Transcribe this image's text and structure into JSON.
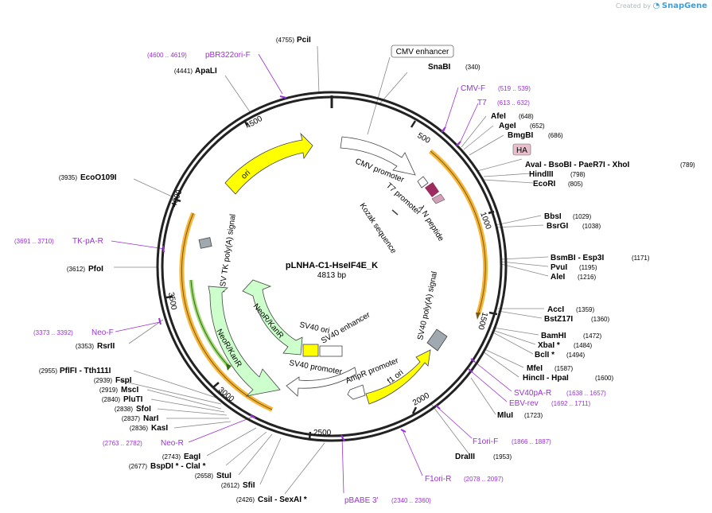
{
  "branding": {
    "prefix": "Created by",
    "name": "SnapGene"
  },
  "plasmid": {
    "name": "pLNHA-C1-HseIF4E_K",
    "length_label": "4813 bp",
    "total_bp": 4813
  },
  "ticks": [
    "500",
    "1000",
    "1500",
    "2000",
    "2500",
    "3000",
    "3500",
    "4000",
    "4500"
  ],
  "sites": [
    {
      "id": "pcil",
      "name": "PciI",
      "pos": "(4755)"
    },
    {
      "id": "apali",
      "name": "ApaLI",
      "pos": "(4441)"
    },
    {
      "id": "ecoo109i",
      "name": "EcoO109I",
      "pos": "(3935)"
    },
    {
      "id": "pfoi",
      "name": "PfoI",
      "pos": "(3612)"
    },
    {
      "id": "rsrii",
      "name": "RsrII",
      "pos": "(3353)"
    },
    {
      "id": "pflfi",
      "name": "PflFI  -  Tth111I",
      "pos": "(2955)"
    },
    {
      "id": "fspi",
      "name": "FspI",
      "pos": "(2939)"
    },
    {
      "id": "msci",
      "name": "MscI",
      "pos": "(2919)"
    },
    {
      "id": "pluti",
      "name": "PluTI",
      "pos": "(2840)"
    },
    {
      "id": "sfoi",
      "name": "SfoI",
      "pos": "(2838)"
    },
    {
      "id": "nari",
      "name": "NarI",
      "pos": "(2837)"
    },
    {
      "id": "kasi",
      "name": "KasI",
      "pos": "(2836)"
    },
    {
      "id": "eagi",
      "name": "EagI",
      "pos": "(2743)"
    },
    {
      "id": "bspdi",
      "name": "BspDI *  -  ClaI *",
      "pos": "(2677)"
    },
    {
      "id": "stui",
      "name": "StuI",
      "pos": "(2658)"
    },
    {
      "id": "sfii",
      "name": "SfiI",
      "pos": "(2612)"
    },
    {
      "id": "csii",
      "name": "CsiI  -  SexAI *",
      "pos": "(2426)"
    },
    {
      "id": "snabi",
      "name": "SnaBI",
      "pos": "(340)"
    },
    {
      "id": "afei",
      "name": "AfeI",
      "pos": "(648)"
    },
    {
      "id": "agei",
      "name": "AgeI",
      "pos": "(652)"
    },
    {
      "id": "bmgbi",
      "name": "BmgBI",
      "pos": "(686)"
    },
    {
      "id": "avai",
      "name": "AvaI   -  BsoBI   -  PaeR7I   -  XhoI",
      "pos": "(789)"
    },
    {
      "id": "hindiii",
      "name": "HindIII",
      "pos": "(798)"
    },
    {
      "id": "ecori",
      "name": "EcoRI",
      "pos": "(805)"
    },
    {
      "id": "bbsi",
      "name": "BbsI",
      "pos": "(1029)"
    },
    {
      "id": "bsrgi",
      "name": "BsrGI",
      "pos": "(1038)"
    },
    {
      "id": "bsmbi",
      "name": "BsmBI   -  Esp3I",
      "pos": "(1171)"
    },
    {
      "id": "pvui",
      "name": "PvuI",
      "pos": "(1195)"
    },
    {
      "id": "alei",
      "name": "AleI",
      "pos": "(1216)"
    },
    {
      "id": "acci",
      "name": "AccI",
      "pos": "(1359)"
    },
    {
      "id": "bstz17i",
      "name": "BstZ17I",
      "pos": "(1360)"
    },
    {
      "id": "bamhi",
      "name": "BamHI",
      "pos": "(1472)"
    },
    {
      "id": "xbai",
      "name": "XbaI *",
      "pos": "(1484)"
    },
    {
      "id": "bcli",
      "name": "BclI *",
      "pos": "(1494)"
    },
    {
      "id": "mfei",
      "name": "MfeI",
      "pos": "(1587)"
    },
    {
      "id": "hincii",
      "name": "HincII  -  HpaI",
      "pos": "(1600)"
    },
    {
      "id": "mlui",
      "name": "MluI",
      "pos": "(1723)"
    },
    {
      "id": "draiii",
      "name": "DraIII",
      "pos": "(1953)"
    }
  ],
  "primers": [
    {
      "id": "pbr322ori",
      "name": "pBR322ori-F",
      "pos": "(4600 .. 4619)"
    },
    {
      "id": "tkpa",
      "name": "TK-pA-R",
      "pos": "(3691 .. 3710)"
    },
    {
      "id": "neof",
      "name": "Neo-F",
      "pos": "(3373 .. 3392)"
    },
    {
      "id": "neor",
      "name": "Neo-R",
      "pos": "(2763 .. 2782)"
    },
    {
      "id": "pbabe3",
      "name": "pBABE 3'",
      "pos": "(2340 .. 2360)"
    },
    {
      "id": "cmvf",
      "name": "CMV-F",
      "pos": "(519 .. 539)"
    },
    {
      "id": "t7",
      "name": "T7",
      "pos": "(613 .. 632)"
    },
    {
      "id": "sv40pa",
      "name": "SV40pA-R",
      "pos": "(1638 .. 1657)"
    },
    {
      "id": "ebvrev",
      "name": "EBV-rev",
      "pos": "(1692 .. 1711)"
    },
    {
      "id": "f1orif",
      "name": "F1ori-F",
      "pos": "(1866 .. 1887)"
    },
    {
      "id": "f1orir",
      "name": "F1ori-R",
      "pos": "(2078 .. 2097)"
    }
  ],
  "outer_features": [
    {
      "id": "cmvenh",
      "name": "CMV enhancer"
    },
    {
      "id": "ha",
      "name": "HA"
    }
  ],
  "features": [
    {
      "id": "ori",
      "name": "ori"
    },
    {
      "id": "cmvprom",
      "name": "CMV promoter"
    },
    {
      "id": "t7prom",
      "name": "T7 promoter"
    },
    {
      "id": "lambdan",
      "name": "λ N peptide"
    },
    {
      "id": "kozak",
      "name": "Kozak sequence"
    },
    {
      "id": "hsvtk",
      "name": "HSV TK poly(A) signal"
    },
    {
      "id": "neokan_outer",
      "name": "NeoR/KanR"
    },
    {
      "id": "neokan_inner",
      "name": "NeoR/KanR"
    },
    {
      "id": "sv40ori",
      "name": "SV40 ori"
    },
    {
      "id": "sv40enh",
      "name": "SV40 enhancer"
    },
    {
      "id": "sv40prom",
      "name": "SV40 promoter"
    },
    {
      "id": "ampr",
      "name": "AmpR promoter"
    },
    {
      "id": "f1ori",
      "name": "f1 ori"
    },
    {
      "id": "sv40pa",
      "name": "SV40 poly(A) signal"
    }
  ],
  "colors": {
    "primer": "#9b30d9",
    "ori": "#ffff00",
    "promoter": "#ffffff",
    "neo": "#ccffcc",
    "orf_orange": "#f7b538",
    "polyA": "#a0a8b0",
    "lambda": "#9e2b5e",
    "kozak": "#d4a0b8",
    "ha_box": "#e8c0cc"
  }
}
